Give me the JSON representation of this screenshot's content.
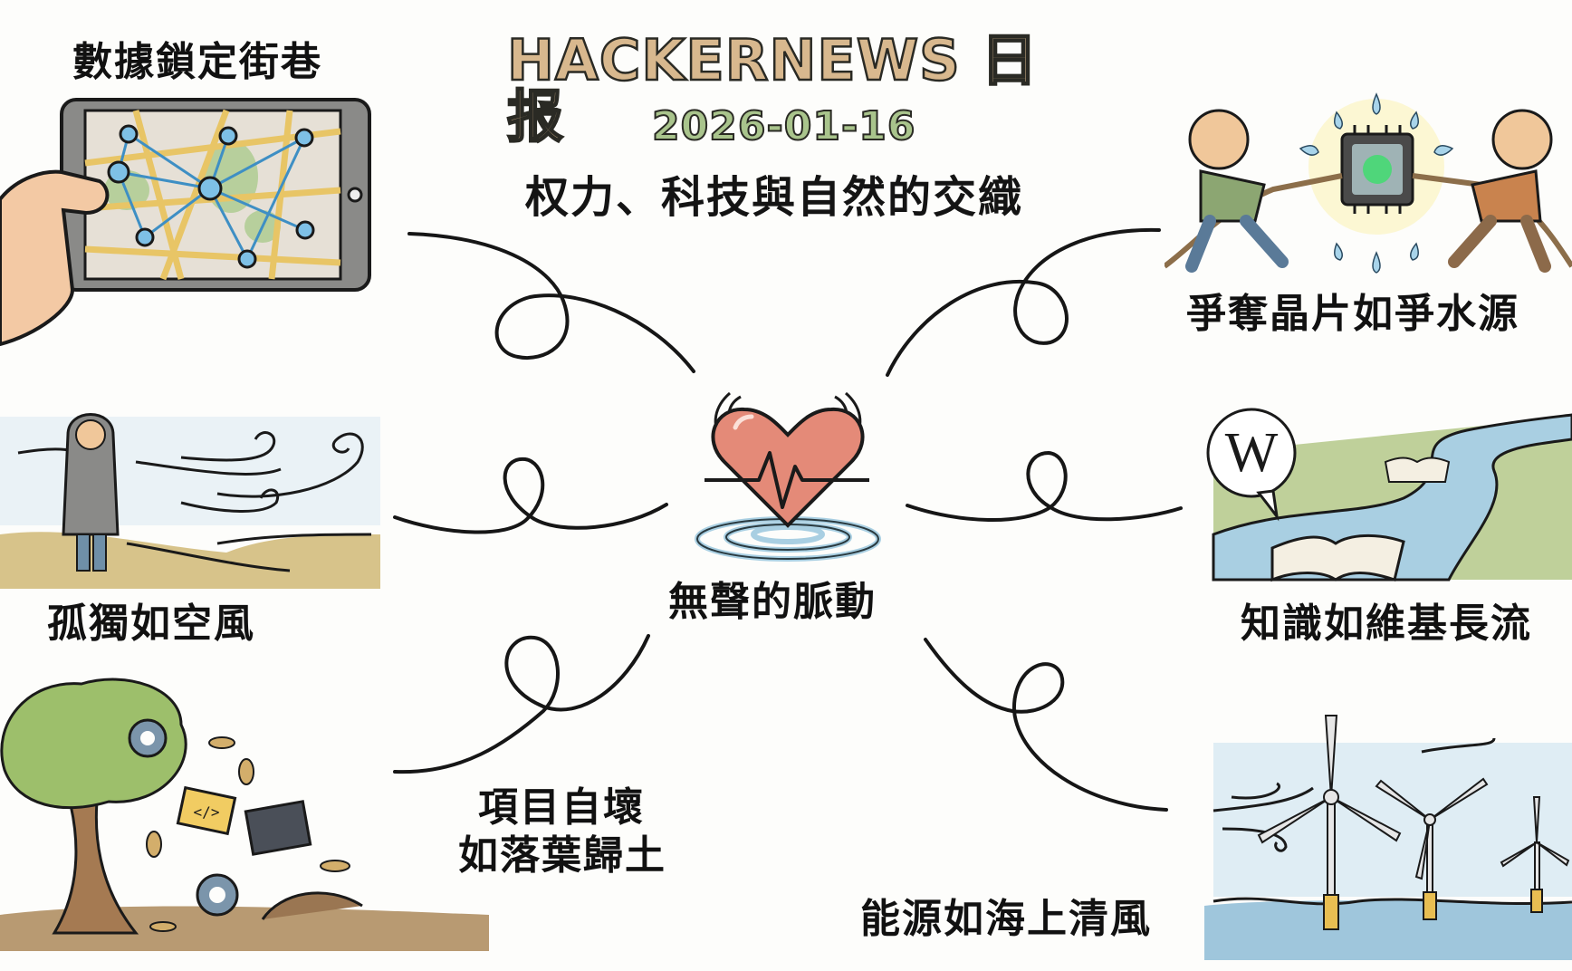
{
  "header": {
    "title": "HACKERNEWS 日报",
    "date": "2026-01-16",
    "subtitle": "权力、科技與自然的交織"
  },
  "center": {
    "label": "無聲的脈動",
    "icon": "heartbeat-heart-icon"
  },
  "nodes": [
    {
      "id": "data-locks-streets",
      "label": "數據鎖定街巷",
      "position": "top-left",
      "icon": "tablet-map-network-icon"
    },
    {
      "id": "chip-water-fight",
      "label": "爭奪晶片如爭水源",
      "position": "top-right",
      "icon": "tug-of-war-chip-icon"
    },
    {
      "id": "loneliness-wind",
      "label": "孤獨如空風",
      "position": "middle-left",
      "icon": "hooded-person-wind-icon"
    },
    {
      "id": "knowledge-wiki",
      "label": "知識如維基長流",
      "position": "middle-right",
      "icon": "wikipedia-river-books-icon"
    },
    {
      "id": "project-decay",
      "label_line1": "項目自壞",
      "label_line2": "如落葉歸土",
      "position": "bottom-left",
      "icon": "tree-falling-code-leaves-icon"
    },
    {
      "id": "energy-offshore",
      "label": "能源如海上清風",
      "position": "bottom-right",
      "icon": "offshore-wind-turbines-icon"
    }
  ],
  "decor": {
    "wiki_letter": "W",
    "code_glyph": "</>"
  },
  "colors": {
    "title_fill": "#d8b88e",
    "date_fill": "#a9c48c",
    "heart": "#e48a78",
    "water": "#a9cfe2",
    "grass": "#b9c98f",
    "outline": "#1a1a1a"
  }
}
